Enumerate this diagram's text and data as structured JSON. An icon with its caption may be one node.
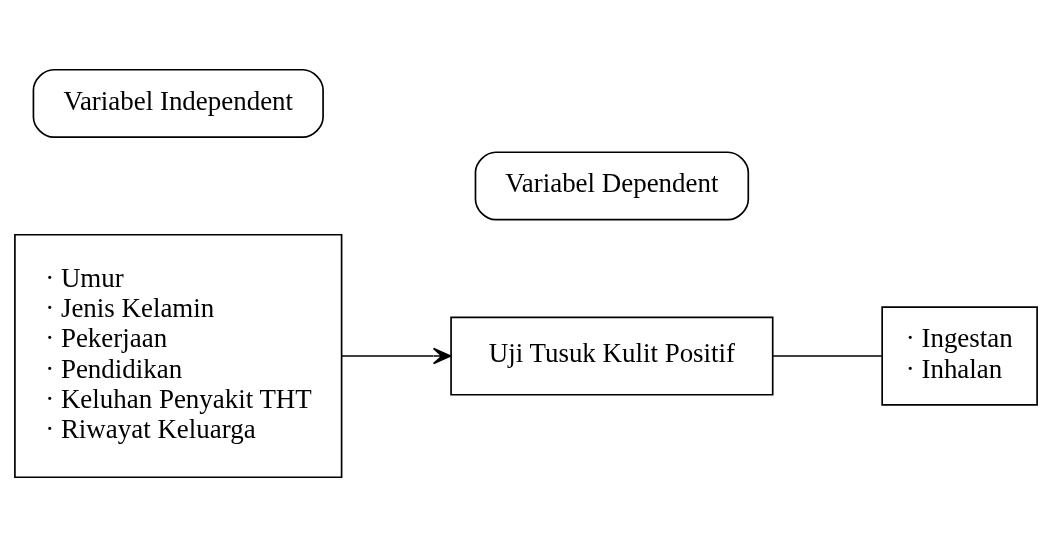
{
  "diagram": {
    "nodes": [
      {
        "text": [
          "· Umur",
          "· Jenis Kelamin",
          "· Pekerjaan",
          "· Pendidikan",
          "· Keluhan Penyakit THT",
          "· Riwayat Keluarga"
        ]
      },
      {
        "text": [
          "Uji Tusuk Kulit Positif"
        ]
      },
      {
        "text": [
          "· Ingestan",
          "· Inhalan"
        ]
      },
      {
        "text": [
          "Variabel Independent"
        ]
      },
      {
        "text": [
          "Variabel Dependent"
        ]
      }
    ],
    "edges": [
      {
        "from": 0,
        "to": 1,
        "arrow": "to"
      },
      {
        "from": 1,
        "to": 2,
        "arrow": "none"
      }
    ]
  }
}
